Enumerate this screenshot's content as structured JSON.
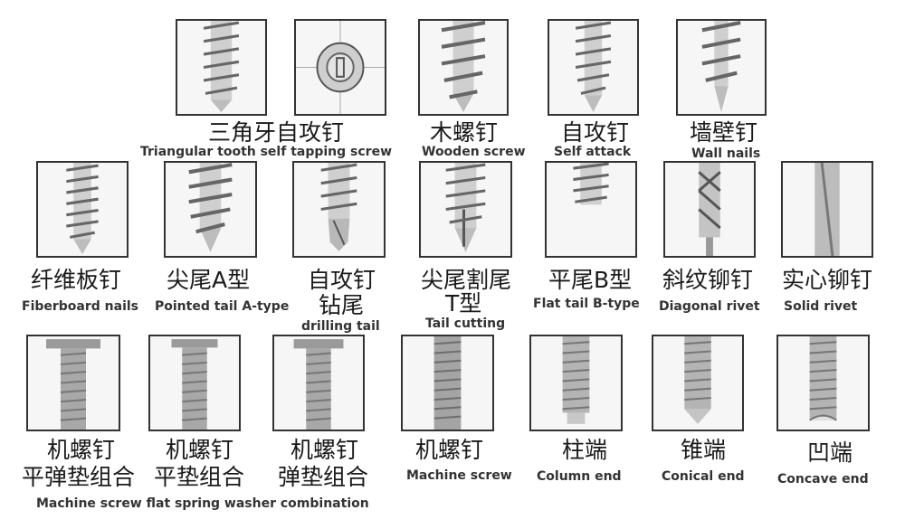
{
  "items": [
    {
      "cn": "三角牙自攻钉",
      "en": "Triangular tooth self tapping screw"
    },
    {
      "cn": "木螺钉",
      "en": "Wooden screw"
    },
    {
      "cn": "自攻钉",
      "en": "Self attack"
    },
    {
      "cn": "墙壁钉",
      "en": "Wall nails"
    },
    {
      "cn": "纤维板钉",
      "en": "Fiberboard nails"
    },
    {
      "cn": "尖尾A型",
      "en": "Pointed tail A-type"
    },
    {
      "cn": "自攻钉",
      "cn2": "钻尾",
      "en": "drilling tail"
    },
    {
      "cn": "尖尾割尾",
      "cn2": "T型",
      "en": "Tail cutting"
    },
    {
      "cn": "平尾B型",
      "en": "Flat tail B-type"
    },
    {
      "cn": "斜纹铆钉",
      "en": "Diagonal rivet"
    },
    {
      "cn": "实心铆钉",
      "en": "Solid rivet"
    },
    {
      "cn": "机螺钉",
      "cn2": "平弹垫组合",
      "en": "Machine screw flat spring washer combination"
    },
    {
      "cn": "机螺钉",
      "cn2": "平垫组合"
    },
    {
      "cn": "机螺钉",
      "cn2": "弹垫组合"
    },
    {
      "cn": "机螺钉",
      "en": "Machine screw"
    },
    {
      "cn": "柱端",
      "en": "Column end"
    },
    {
      "cn": "锥端",
      "en": "Conical end"
    },
    {
      "cn": "凹端",
      "en": "Concave end"
    }
  ],
  "colors": {
    "border": "#333333",
    "metal_light": "#d8d8d8",
    "metal_dark": "#8a8a8a",
    "background": "#ffffff"
  }
}
